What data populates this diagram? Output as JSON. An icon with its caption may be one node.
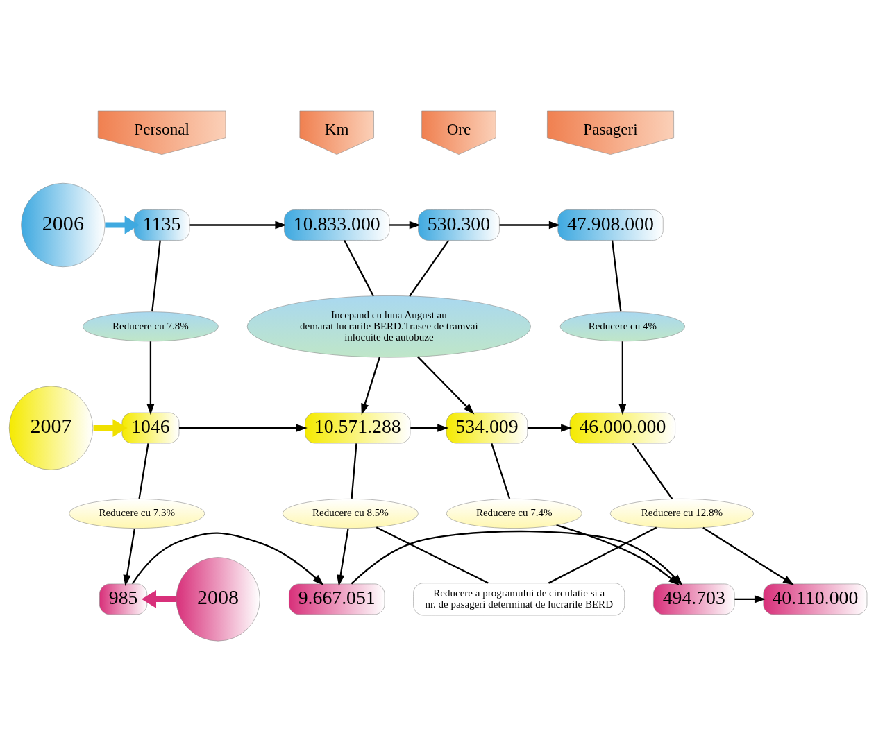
{
  "diagram": {
    "nodes": [
      {
        "text": [
          "Personal"
        ]
      },
      {
        "text": [
          "Km"
        ]
      },
      {
        "text": [
          "Ore"
        ]
      },
      {
        "text": [
          "Pasageri"
        ]
      },
      {
        "text": [
          "2006"
        ]
      },
      {
        "text": [
          "1135"
        ]
      },
      {
        "text": [
          "10.833.000"
        ]
      },
      {
        "text": [
          "530.300"
        ]
      },
      {
        "text": [
          "47.908.000"
        ]
      },
      {
        "text": [
          "Reducere cu 7.8%"
        ]
      },
      {
        "text": [
          "Incepand cu luna August au demarat lucrarile BERD.Trasee de tramvai inlocuite de autobuze"
        ]
      },
      {
        "text": [
          "Reducere cu 4%"
        ]
      },
      {
        "text": [
          "2007"
        ]
      },
      {
        "text": [
          "1046"
        ]
      },
      {
        "text": [
          "10.571.288"
        ]
      },
      {
        "text": [
          "534.009"
        ]
      },
      {
        "text": [
          "46.000.000"
        ]
      },
      {
        "text": [
          "Reducere cu 7.3%"
        ]
      },
      {
        "text": [
          "Reducere cu 8.5%"
        ]
      },
      {
        "text": [
          "Reducere cu 7.4%"
        ]
      },
      {
        "text": [
          "Reducere cu 12.8%"
        ]
      },
      {
        "text": [
          "Reducere a programului de circulatie si a nr. de pasageri determinat de lucrarile BERD"
        ]
      },
      {
        "text": [
          "2008"
        ]
      },
      {
        "text": [
          "985"
        ]
      },
      {
        "text": [
          "9.667.051"
        ]
      },
      {
        "text": [
          "494.703"
        ]
      },
      {
        "text": [
          "40.110.000"
        ]
      }
    ],
    "edges": [
      {
        "from": 4,
        "to": 5,
        "arrow": "to",
        "style": "thick",
        "color": "#3fa9e0"
      },
      {
        "from": 5,
        "to": 6,
        "arrow": "to"
      },
      {
        "from": 6,
        "to": 7,
        "arrow": "to"
      },
      {
        "from": 7,
        "to": 8,
        "arrow": "to"
      },
      {
        "from": 5,
        "to": 9,
        "arrow": "none"
      },
      {
        "from": 9,
        "to": 13,
        "arrow": "to"
      },
      {
        "from": 6,
        "to": 10,
        "arrow": "none"
      },
      {
        "from": 7,
        "to": 10,
        "arrow": "none"
      },
      {
        "from": 10,
        "to": 14,
        "arrow": "to"
      },
      {
        "from": 10,
        "to": 15,
        "arrow": "to"
      },
      {
        "from": 8,
        "to": 11,
        "arrow": "none"
      },
      {
        "from": 11,
        "to": 16,
        "arrow": "to"
      },
      {
        "from": 12,
        "to": 13,
        "arrow": "to",
        "style": "thick",
        "color": "#f0e000"
      },
      {
        "from": 13,
        "to": 14,
        "arrow": "to"
      },
      {
        "from": 14,
        "to": 15,
        "arrow": "to"
      },
      {
        "from": 15,
        "to": 16,
        "arrow": "to"
      },
      {
        "from": 13,
        "to": 17,
        "arrow": "none"
      },
      {
        "from": 17,
        "to": 23,
        "arrow": "to"
      },
      {
        "from": 14,
        "to": 18,
        "arrow": "none"
      },
      {
        "from": 18,
        "to": 24,
        "arrow": "to"
      },
      {
        "from": 15,
        "to": 19,
        "arrow": "none"
      },
      {
        "from": 19,
        "to": 25,
        "arrow": "to"
      },
      {
        "from": 16,
        "to": 20,
        "arrow": "none"
      },
      {
        "from": 20,
        "to": 26,
        "arrow": "to"
      },
      {
        "from": 18,
        "to": 21,
        "arrow": "none"
      },
      {
        "from": 20,
        "to": 21,
        "arrow": "none"
      },
      {
        "from": 22,
        "to": 23,
        "arrow": "to",
        "style": "thick",
        "color": "#d8307a"
      },
      {
        "from": 23,
        "to": 24,
        "arrow": "to"
      },
      {
        "from": 24,
        "to": 25,
        "arrow": "to"
      },
      {
        "from": 25,
        "to": 26,
        "arrow": "to"
      }
    ]
  }
}
